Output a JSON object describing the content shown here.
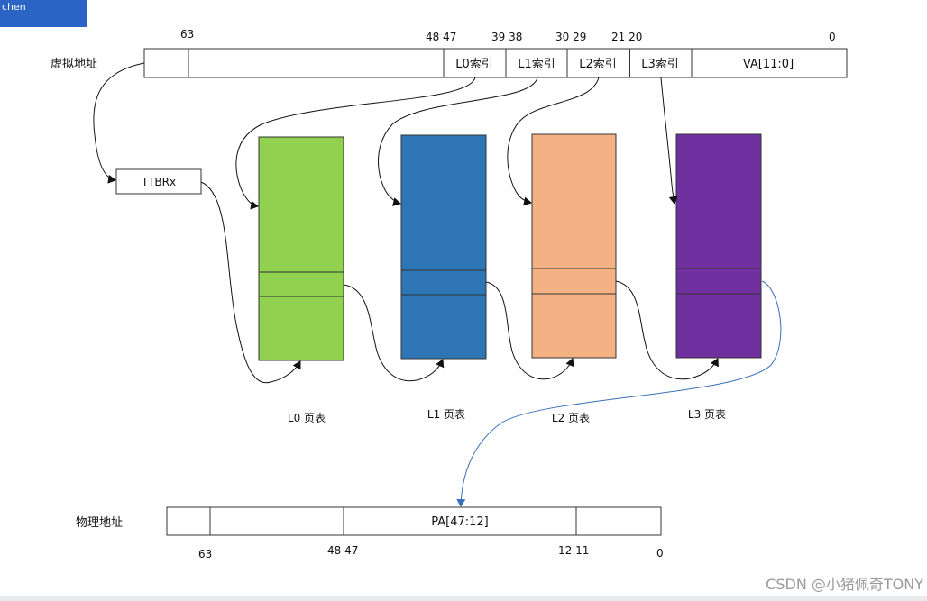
{
  "tab_label": "chen",
  "virtual_address": {
    "label": "虚拟地址",
    "bits": [
      "63",
      "48 47",
      "39 38",
      "30 29",
      "21 20",
      "0"
    ],
    "fields": [
      "L0索引",
      "L1索引",
      "L2索引",
      "L3索引",
      "VA[11:0]"
    ]
  },
  "ttbr_label": "TTBRx",
  "tables": [
    {
      "label": "L0 页表",
      "color": "#92d050"
    },
    {
      "label": "L1 页表",
      "color": "#2e75b6"
    },
    {
      "label": "L2 页表",
      "color": "#f4b183"
    },
    {
      "label": "L3 页表",
      "color": "#7030a0"
    }
  ],
  "physical_address": {
    "label": "物理地址",
    "field": "PA[47:12]",
    "bits": [
      "63",
      "48 47",
      "12 11",
      "0"
    ]
  },
  "watermark": "CSDN @小猪佩奇TONY"
}
